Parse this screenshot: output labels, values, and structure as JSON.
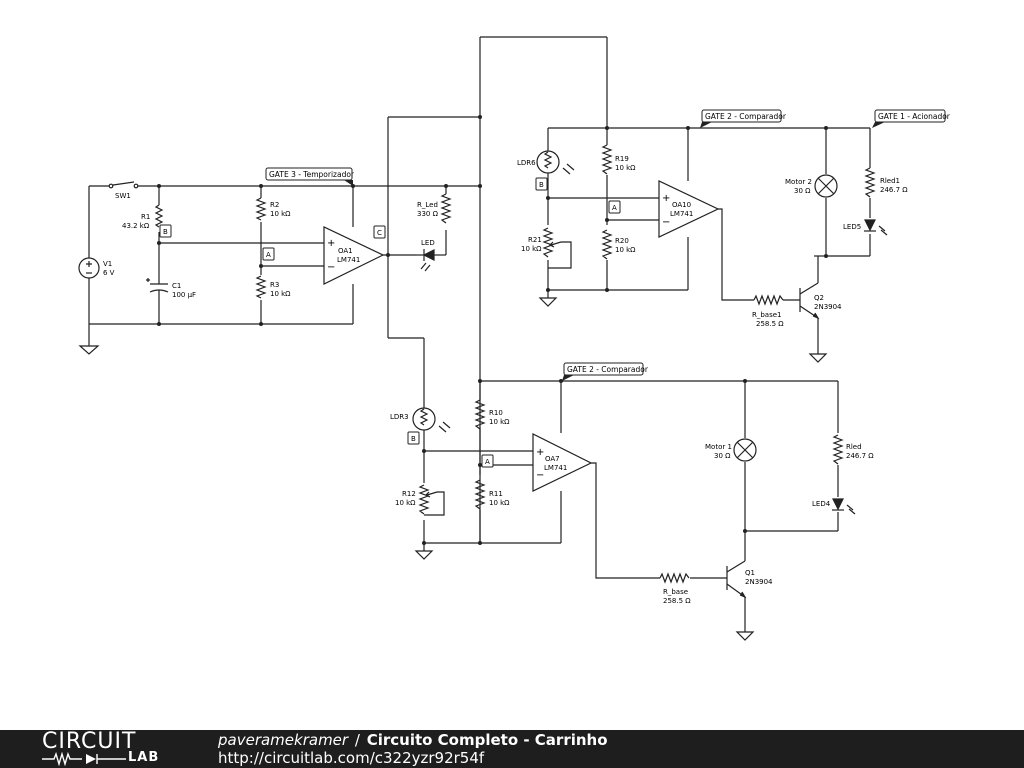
{
  "gates": {
    "temporizador": "GATE 3 - Temporizador",
    "comparador_top": "GATE 2 - Comparador",
    "acionador": "GATE 1 - Acionador",
    "comparador_bottom": "GATE 2 - Comparador"
  },
  "components": {
    "sw1": "SW1",
    "v1_name": "V1",
    "v1_value": "6 V",
    "r1_name": "R1",
    "r1_value": "43.2 kΩ",
    "c1_name": "C1",
    "c1_value": "100 µF",
    "r2_name": "R2",
    "r2_value": "10 kΩ",
    "r3_name": "R3",
    "r3_value": "10 kΩ",
    "oa1_name": "OA1",
    "oa1_value": "LM741",
    "rled_name": "R_Led",
    "rled_value": "330 Ω",
    "led_name": "LED",
    "ldr6": "LDR6",
    "r19_name": "R19",
    "r19_value": "10 kΩ",
    "r20_name": "R20",
    "r20_value": "10 kΩ",
    "r21_name": "R21",
    "r21_value": "10 kΩ",
    "oa10_name": "OA10",
    "oa10_value": "LM741",
    "motor2_name": "Motor 2",
    "motor2_value": "30 Ω",
    "rled1_name": "Rled1",
    "rled1_value": "246.7 Ω",
    "led5": "LED5",
    "rbase1_name": "R_base1",
    "rbase1_value": "258.5 Ω",
    "q2_name": "Q2",
    "q2_value": "2N3904",
    "ldr3": "LDR3",
    "r10_name": "R10",
    "r10_value": "10 kΩ",
    "r11_name": "R11",
    "r11_value": "10 kΩ",
    "r12_name": "R12",
    "r12_value": "10 kΩ",
    "oa7_name": "OA7",
    "oa7_value": "LM741",
    "motor1_name": "Motor 1",
    "motor1_value": "30 Ω",
    "rled_b_name": "Rled",
    "rled_b_value": "246.7 Ω",
    "led4": "LED4",
    "rbase_name": "R_base",
    "rbase_value": "258.5 Ω",
    "q1_name": "Q1",
    "q1_value": "2N3904"
  },
  "nodes": {
    "a": "A",
    "b": "B",
    "c": "C"
  },
  "polarity": {
    "plus": "+",
    "minus": "−"
  },
  "footer": {
    "logo_top": "CIRCUIT",
    "logo_bottom": "LAB",
    "user": "paveramekramer",
    "separator": "/",
    "title": "Circuito Completo - Carrinho",
    "url": "http://circuitlab.com/c322yzr92r54f"
  }
}
